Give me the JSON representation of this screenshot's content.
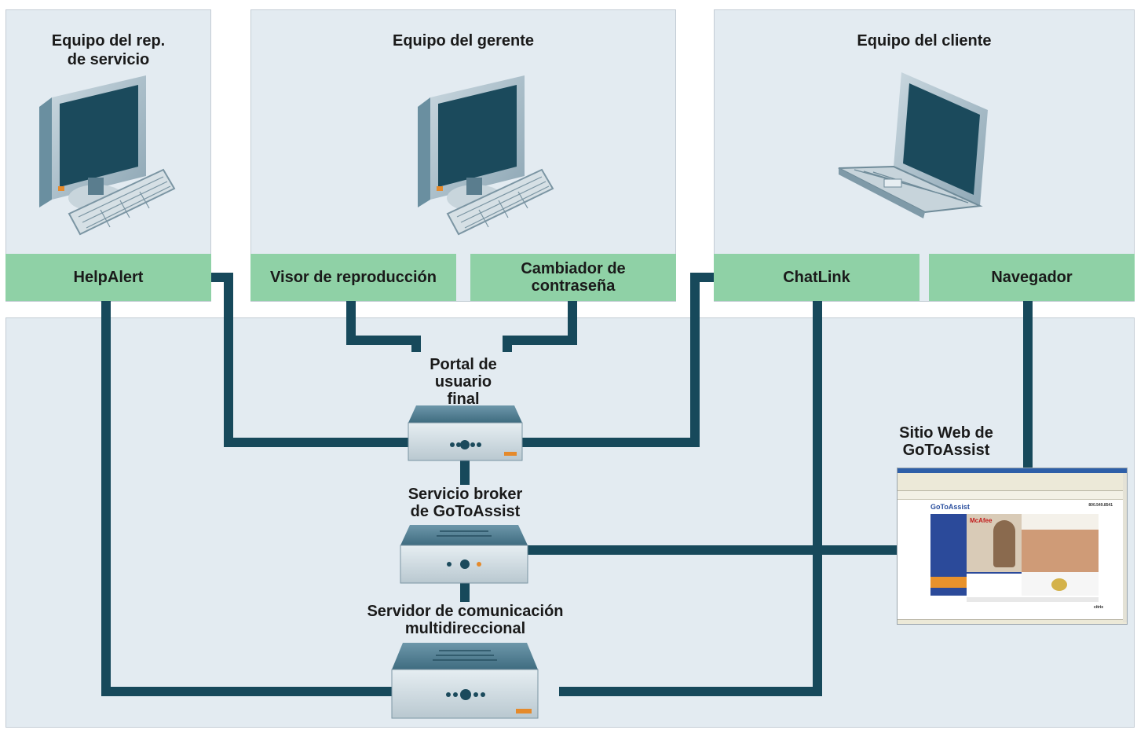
{
  "panels": {
    "rep": {
      "title": "Equipo del rep.\nde servicio"
    },
    "manager": {
      "title": "Equipo del gerente"
    },
    "client": {
      "title": "Equipo del cliente"
    }
  },
  "components": {
    "helpalert": "HelpAlert",
    "visor": "Visor de reproducción",
    "cambiador": "Cambiador de\ncontraseña",
    "chatlink": "ChatLink",
    "navegador": "Navegador"
  },
  "servers": {
    "portal": "Portal de\nusuario\nfinal",
    "broker": "Servicio broker\nde GoToAssist",
    "comm": "Servidor de comunicación\nmultidireccional"
  },
  "website": {
    "label": "Sitio Web de\nGoToAssist",
    "logo": "GoToAssist",
    "phone": "800.549.8541",
    "brand": "McAfee",
    "citrix": "citrix"
  },
  "colors": {
    "panel_bg": "#e3ebf1",
    "component_green": "#8fd1a6",
    "connector": "#17495b"
  },
  "icons": [
    "desktop-computer-icon",
    "laptop-icon",
    "server-icon",
    "browser-screenshot-icon"
  ]
}
